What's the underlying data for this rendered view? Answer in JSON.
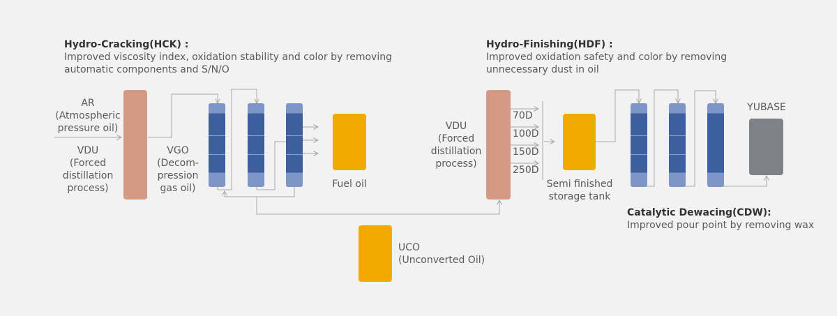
{
  "hck": {
    "title": "Hydro-Cracking(HCK) :",
    "desc_lines": [
      "Improved viscosity index, oxidation stability and color by removing",
      "automatic components and S/N/O"
    ]
  },
  "hdf": {
    "title": "Hydro-Finishing(HDF) :",
    "desc_lines": [
      "Improved oxidation safety and color by removing",
      "unnecessary dust in oil"
    ]
  },
  "cdw": {
    "title": "Catalytic Dewacing(CDW):",
    "desc": "Improved pour point by removing wax"
  },
  "inputs": {
    "ar_lines": [
      "AR",
      "(Atmospheric",
      "pressure oil)"
    ],
    "vdu_lines": [
      "VDU",
      "(Forced",
      "distillation",
      "process)"
    ],
    "vgo_lines": [
      "VGO",
      "(Decom-",
      "pression",
      "gas oil)"
    ]
  },
  "fuel_oil": "Fuel oil",
  "uco_lines": [
    "UCO",
    "(Unconverted Oil)"
  ],
  "vdu2_lines": [
    "VDU",
    "(Forced",
    "distillation",
    "process)"
  ],
  "fractions": [
    "70D",
    "100D",
    "150D",
    "250D"
  ],
  "semi_lines": [
    "Semi finished",
    "storage tank"
  ],
  "yubase": "YUBASE",
  "colors": {
    "vdu_column": "#d49a84",
    "tank": "#f2a900",
    "reactor_dark": "#3e5f9e",
    "reactor_light": "#7d95c7",
    "product": "#7e8188",
    "line": "#a8a8a8"
  }
}
